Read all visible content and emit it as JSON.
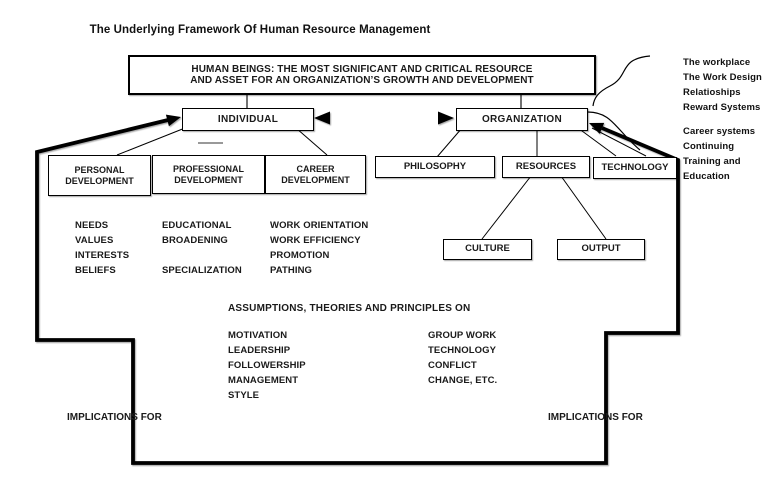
{
  "title": "The Underlying Framework Of Human Resource Management",
  "main_box": {
    "line1": "HUMAN BEINGS: THE MOST SIGNIFICANT AND CRITICAL RESOURCE",
    "line2": "AND ASSET FOR AN ORGANIZATION’S GROWTH AND DEVELOPMENT"
  },
  "level1": {
    "individual": "INDIVIDUAL",
    "organization": "ORGANIZATION"
  },
  "individual_branches": {
    "personal": "PERSONAL DEVELOPMENT",
    "professional": "PROFESSIONAL DEVELOPMENT",
    "career": "CAREER DEVELOPMENT"
  },
  "organization_branches": {
    "philosophy": "PHILOSOPHY",
    "resources": "RESOURCES",
    "technology": "TECHNOLOGY",
    "culture": "CULTURE",
    "output": "OUTPUT"
  },
  "personal_items": [
    "NEEDS",
    "VALUES",
    "INTERESTS",
    "BELIEFS"
  ],
  "professional_items": [
    "EDUCATIONAL",
    "BROADENING",
    "",
    "SPECIALIZATION"
  ],
  "career_items": [
    "WORK ORIENTATION",
    "WORK EFFICIENCY",
    "PROMOTION",
    "PATHING"
  ],
  "assumptions": {
    "heading": "ASSUMPTIONS, THEORIES AND PRINCIPLES ON",
    "left_items": [
      "MOTIVATION",
      "LEADERSHIP",
      "FOLLOWERSHIP",
      "MANAGEMENT",
      "STYLE"
    ],
    "right_items": [
      "GROUP WORK",
      "TECHNOLOGY",
      "CONFLICT",
      "CHANGE, ETC."
    ]
  },
  "annotations": {
    "organization_top": [
      "The workplace",
      "The Work Design",
      "Relatioships",
      "Reward Systems"
    ],
    "organization_side": [
      "Career systems",
      "Continuing",
      "Training and",
      "Education"
    ]
  },
  "implications": {
    "left": "IMPLICATIONS FOR",
    "right": "IMPLICATIONS FOR"
  },
  "colors": {
    "line": "#000000",
    "muted_dash": "#999999",
    "background": "#ffffff"
  }
}
